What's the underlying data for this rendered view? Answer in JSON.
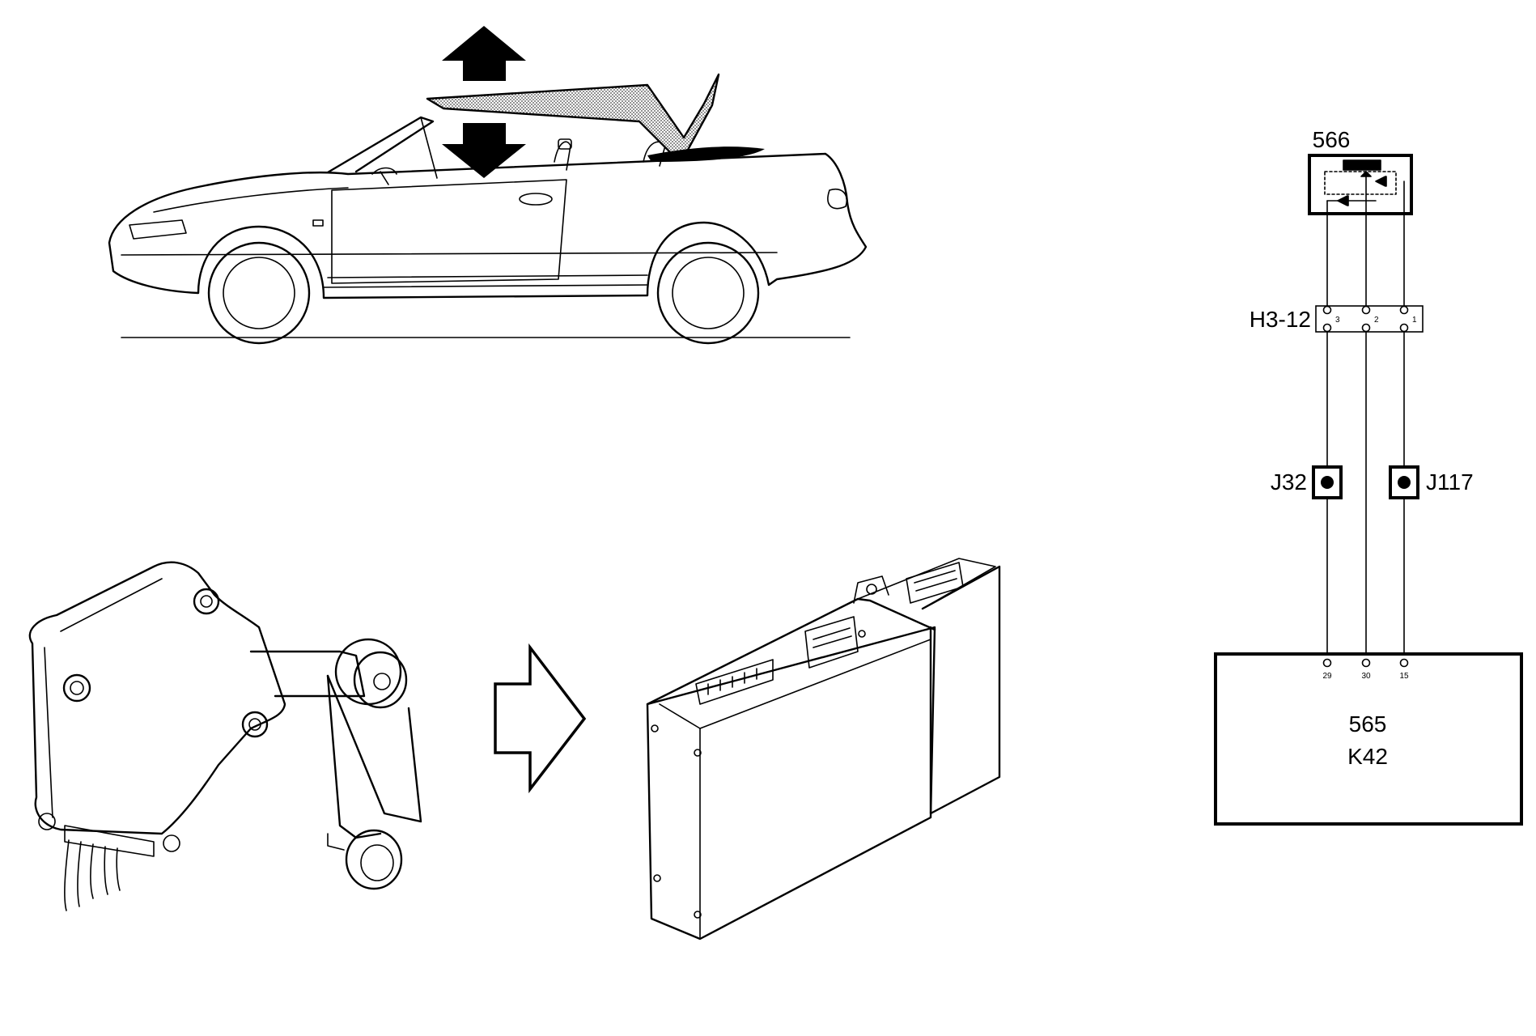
{
  "components": {
    "top_switch": "566",
    "connector": "H3-12",
    "connector_pins": [
      "3",
      "2",
      "1"
    ],
    "junction_left": "J32",
    "junction_right": "J117",
    "ecu_pins": [
      "29",
      "30",
      "15"
    ],
    "ecu_line1": "565",
    "ecu_line2": "K42"
  },
  "colors": {
    "ink": "#000000",
    "background": "#ffffff",
    "hatch": "#bdbdbd"
  }
}
